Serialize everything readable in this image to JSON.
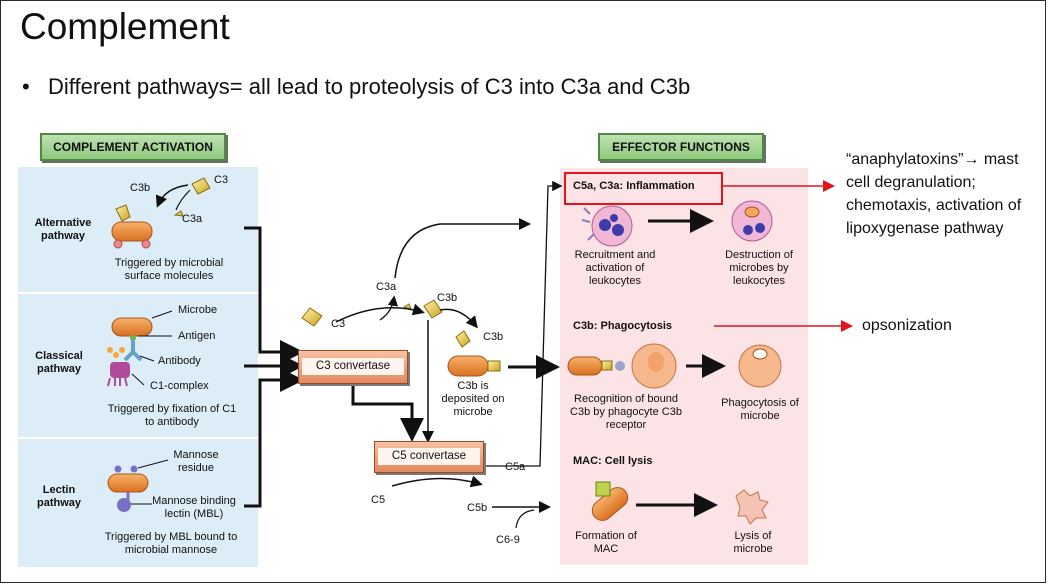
{
  "slide": {
    "title": "Complement",
    "bullet": "Different pathways= all lead to proteolysis of C3 into C3a and C3b"
  },
  "headers": {
    "activation": "COMPLEMENT ACTIVATION",
    "effector": "EFFECTOR FUNCTIONS"
  },
  "pathways": {
    "alternative": {
      "name": "Alternative pathway",
      "c3b": "C3b",
      "c3": "C3",
      "c3a": "C3a",
      "trigger": "Triggered by microbial surface molecules"
    },
    "classical": {
      "name": "Classical pathway",
      "microbe": "Microbe",
      "antigen": "Antigen",
      "antibody": "Antibody",
      "c1": "C1-complex",
      "trigger": "Triggered by fixation of C1 to antibody"
    },
    "lectin": {
      "name": "Lectin pathway",
      "mannose": "Mannose residue",
      "mbl": "Mannose binding lectin (MBL)",
      "trigger": "Triggered by MBL bound to microbial mannose"
    }
  },
  "center": {
    "c3": "C3",
    "c3a": "C3a",
    "c3b_top": "C3b",
    "c3b_mid": "C3b",
    "c3_convertase": "C3 convertase",
    "c3b_deposit": "C3b is deposited on microbe",
    "c5_convertase": "C5 convertase",
    "c5a": "C5a",
    "c5": "C5",
    "c5b": "C5b",
    "c69": "C6-9"
  },
  "effects": {
    "inflammation": {
      "title": "C5a, C3a: Inflammation",
      "recruit": "Recruitment and activation of leukocytes",
      "destruct": "Destruction of microbes by leukocytes"
    },
    "phagocytosis": {
      "title": "C3b: Phagocytosis",
      "recog": "Recognition of bound C3b by phagocyte C3b receptor",
      "phago": "Phagocytosis of microbe"
    },
    "lysis": {
      "title": "MAC: Cell lysis",
      "formation": "Formation of MAC",
      "lysis": "Lysis of microbe"
    }
  },
  "notes": {
    "anaphylatoxins": "“anaphylatoxins”→ mast cell degranulation; chemotaxis, activation of lipoxygenase pathway",
    "opsonization": "opsonization"
  },
  "colors": {
    "activation_panel": "#dcedf7",
    "effector_panel": "#fbe3e6",
    "header_green": "#8fca7c",
    "convertase_box": "#e38a5e",
    "red_arrow": "#e3141b"
  }
}
